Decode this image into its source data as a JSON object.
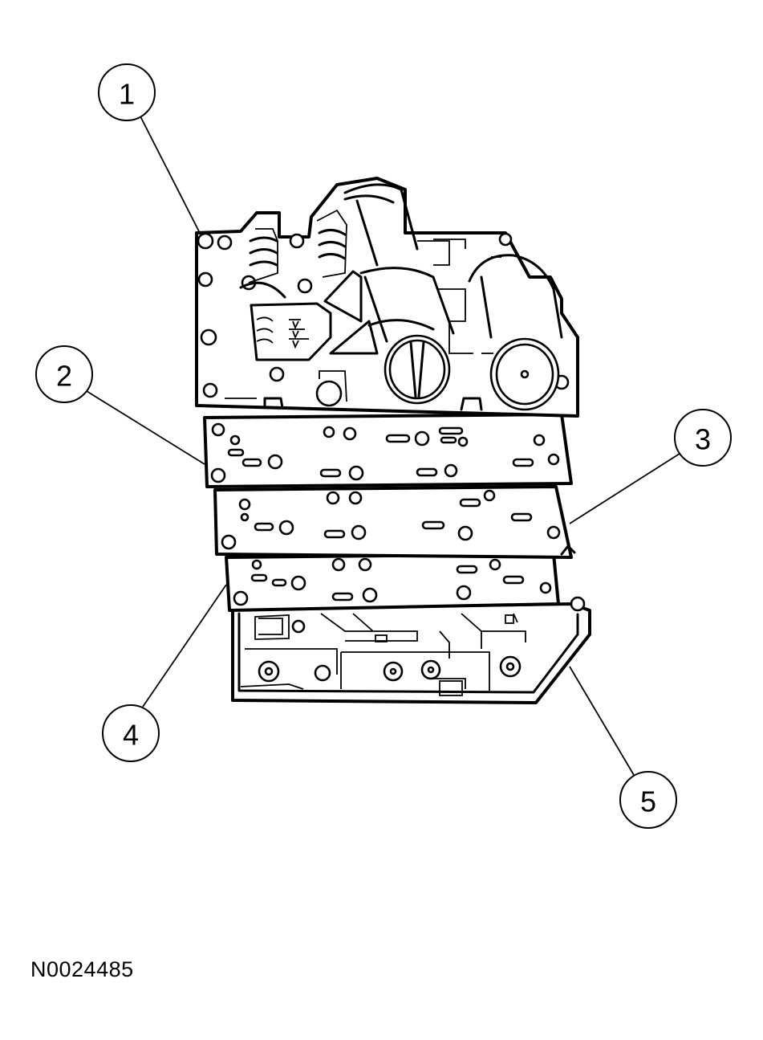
{
  "callouts": [
    {
      "label": "1"
    },
    {
      "label": "2"
    },
    {
      "label": "3"
    },
    {
      "label": "4"
    },
    {
      "label": "5"
    }
  ],
  "figure_id": "N0024485"
}
